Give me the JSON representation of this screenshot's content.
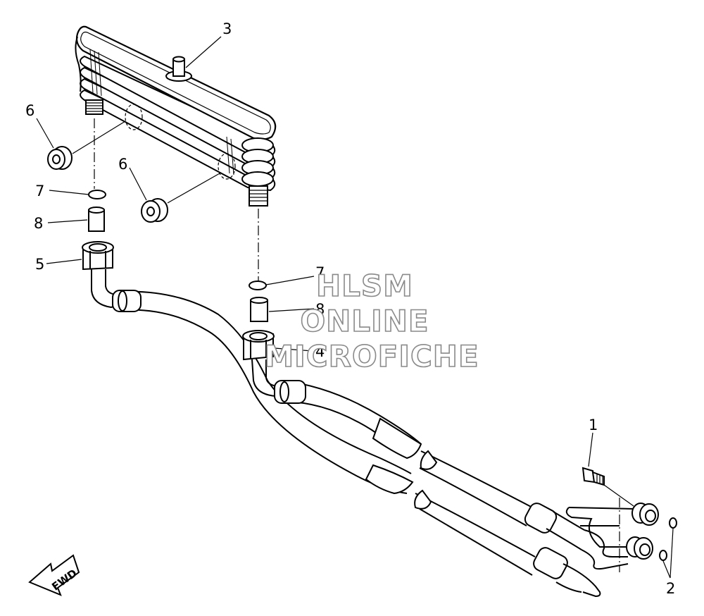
{
  "diagram": {
    "callouts": [
      {
        "id": "c1",
        "label": "1"
      },
      {
        "id": "c2",
        "label": "2"
      },
      {
        "id": "c3",
        "label": "3"
      },
      {
        "id": "c4",
        "label": "4"
      },
      {
        "id": "c5",
        "label": "5"
      },
      {
        "id": "c6a",
        "label": "6"
      },
      {
        "id": "c6b",
        "label": "6"
      },
      {
        "id": "c7a",
        "label": "7"
      },
      {
        "id": "c7b",
        "label": "7"
      },
      {
        "id": "c8a",
        "label": "8"
      },
      {
        "id": "c8b",
        "label": "8"
      }
    ],
    "watermark": [
      "HLSM",
      "ONLINE",
      "MICROFICHE"
    ],
    "fwd_label": "FWD"
  }
}
